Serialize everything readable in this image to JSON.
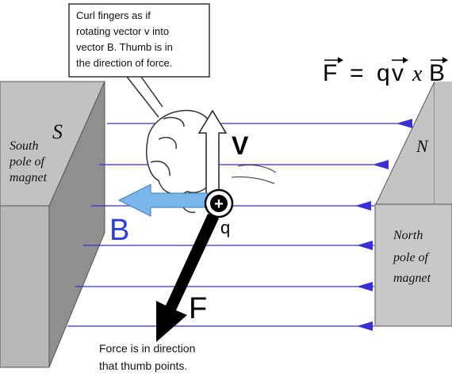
{
  "annotations": {
    "hand_note": [
      "Curl fingers as if",
      "rotating vector v into",
      "vector B. Thumb is in",
      "the direction of force."
    ],
    "force_note": [
      "Force is in direction",
      "that thumb points."
    ]
  },
  "equation": {
    "lhs": "F",
    "equals": "=",
    "charge": "q",
    "velocity": "v",
    "cross": "x",
    "field": "B"
  },
  "magnets": {
    "south": {
      "letter": "S",
      "caption": [
        "South",
        "pole of",
        "magnet"
      ]
    },
    "north": {
      "letter": "N",
      "caption": [
        "North",
        "pole of",
        "magnet"
      ]
    }
  },
  "vectors": {
    "velocity_label": "V",
    "field_label": "B",
    "force_label": "F",
    "charge_label": "q",
    "charge_sign": "+"
  },
  "colors": {
    "field_lines": "#3a2fd6",
    "magnet_face": "#b9b9b9",
    "magnet_side": "#8f8f8f",
    "b_arrow": "#74b4ec",
    "force_arrow": "#000000"
  }
}
